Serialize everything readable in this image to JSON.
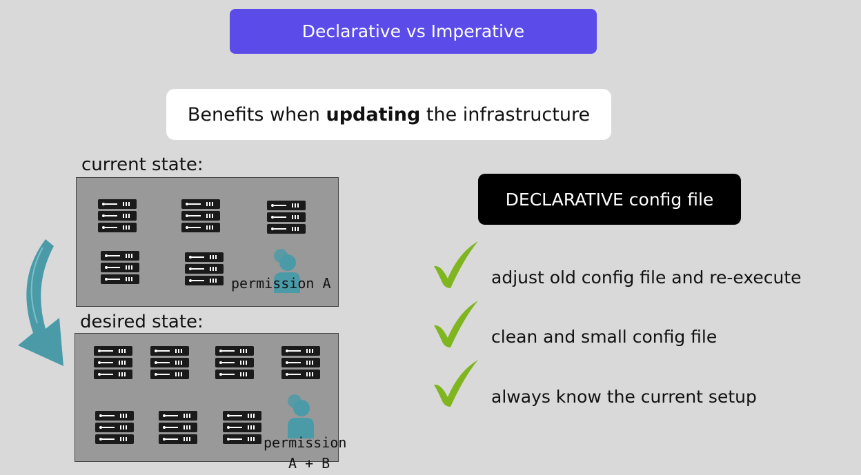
{
  "title": "Declarative vs Imperative",
  "subtitle": {
    "prefix": "Benefits when ",
    "bold": "updating",
    "suffix": " the infrastructure"
  },
  "current_state": {
    "label": "current state:",
    "permission": "permission A",
    "server_count": 5
  },
  "desired_state": {
    "label": "desired state:",
    "permission_line1": "permission",
    "permission_line2": "A + B",
    "server_count": 7
  },
  "declarative_box": "DECLARATIVE config file",
  "benefits": [
    "adjust old config file and re-execute",
    "clean and small config file",
    "always know the current setup"
  ],
  "colors": {
    "title_bg": "#5b4be8",
    "check": "#7fb51e",
    "arrow": "#4a9aa8",
    "person": "#4a9aa8",
    "panel": "#999999"
  },
  "icons": [
    "server-icon",
    "person-icon",
    "check-icon",
    "curved-arrow-icon"
  ]
}
